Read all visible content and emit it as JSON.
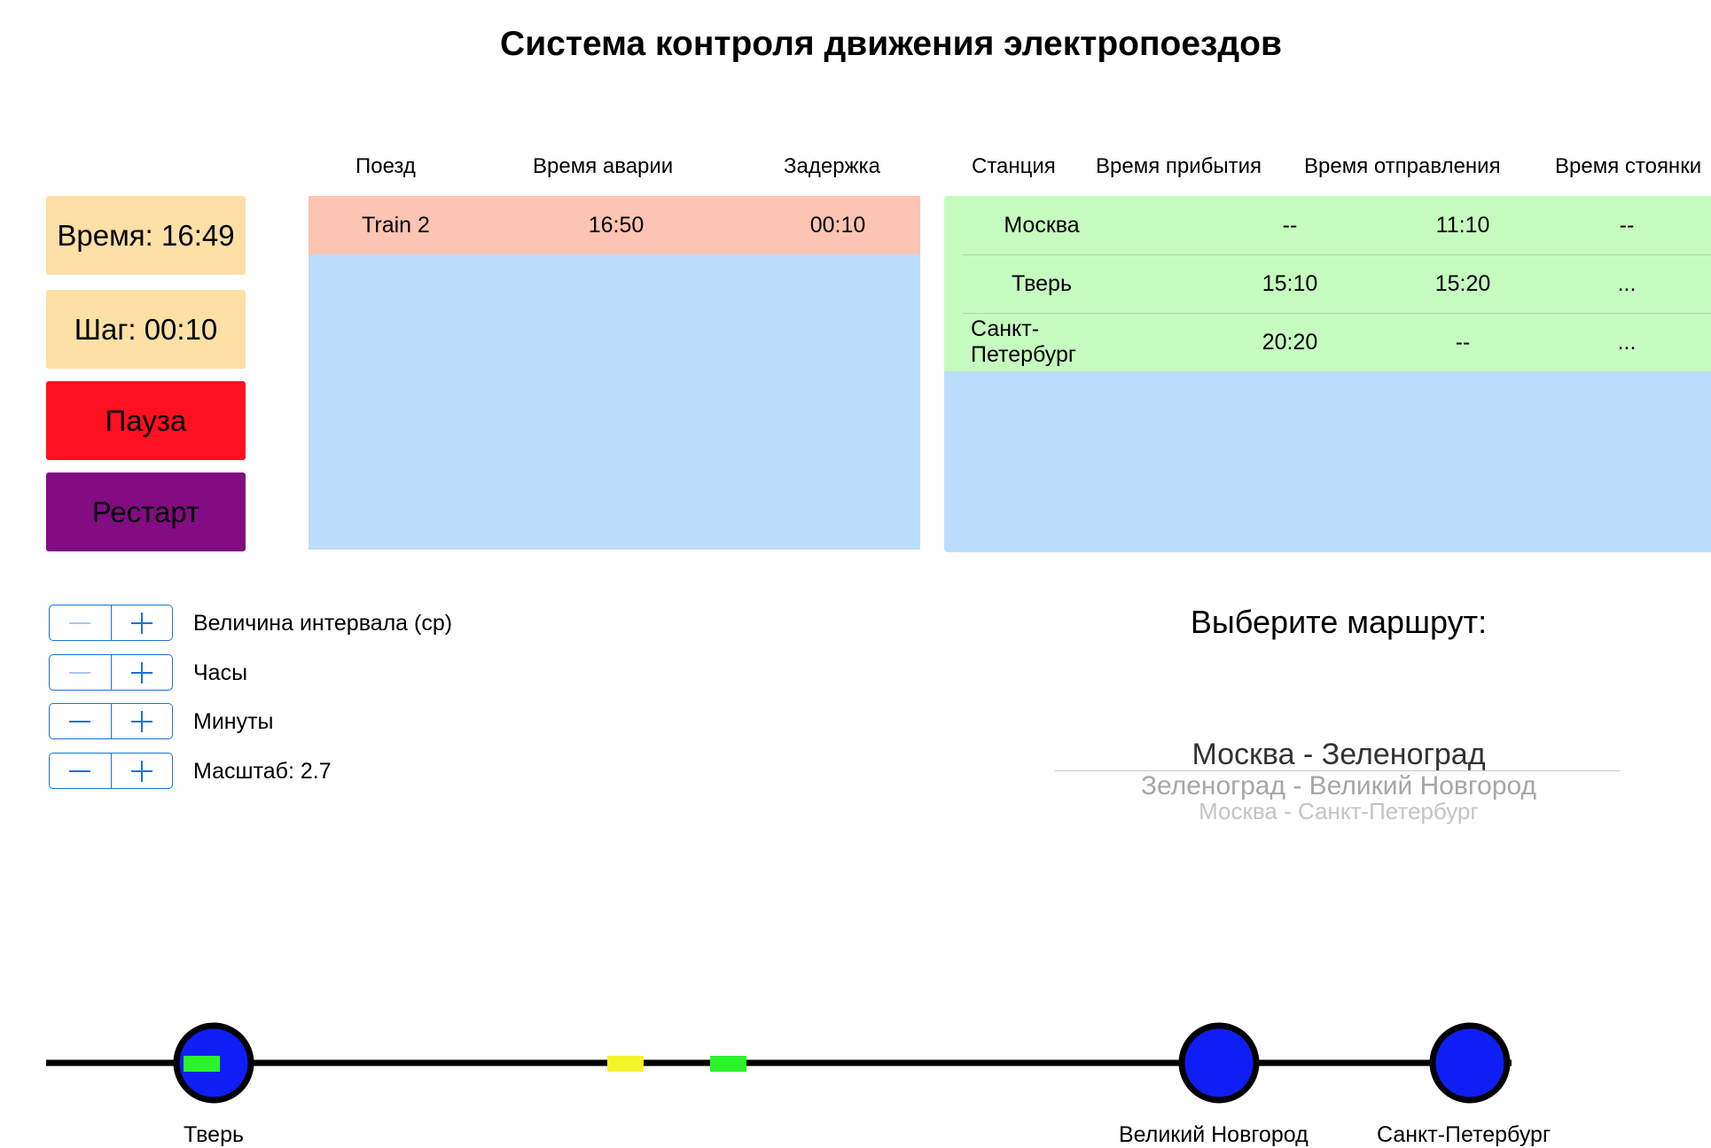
{
  "title": "Система контроля движения электропоездов",
  "controls": {
    "time_label": "Время: 16:49",
    "step_label": "Шаг: 00:10",
    "pause_label": "Пауза",
    "restart_label": "Рестарт"
  },
  "incidents": {
    "headers": [
      "Поезд",
      "Время аварии",
      "Задержка"
    ],
    "rows": [
      {
        "train": "Train 2",
        "time": "16:50",
        "delay": "00:10"
      }
    ],
    "row_color": "#fcc4b2"
  },
  "schedule": {
    "headers": [
      "Станция",
      "Время прибытия",
      "Время отправления",
      "Время стоянки"
    ],
    "rows": [
      {
        "station": "Москва",
        "arrival": "--",
        "departure": "11:10",
        "stop": "--"
      },
      {
        "station": "Тверь",
        "arrival": "15:10",
        "departure": "15:20",
        "stop": "..."
      },
      {
        "station": "Санкт-Петербург",
        "arrival": "20:20",
        "departure": "--",
        "stop": "..."
      }
    ],
    "row_color": "#c6fbc0"
  },
  "steppers": [
    {
      "label": "Величина интервала (ср)"
    },
    {
      "label": "Часы"
    },
    {
      "label": "Минуты"
    },
    {
      "label": "Масштаб: 2.7"
    }
  ],
  "route_picker": {
    "prompt": "Выберите маршрут:",
    "options": [
      "Москва - Зеленоград",
      "Зеленоград - Великий Новгород",
      "Москва - Санкт-Петербург"
    ],
    "selected": "Москва - Зеленоград"
  },
  "route_map": {
    "stations": [
      "Тверь",
      "Великий Новгород",
      "Санкт-Петербург"
    ],
    "station_color": "#0f1ef5",
    "train_colors": [
      "#2af52a",
      "#f5f52a"
    ]
  },
  "colors": {
    "accent": "#1a72d8",
    "panel_blue": "#bcdcfc",
    "info_box": "#fce0a6",
    "pause": "#ff1020",
    "restart": "#820c82"
  }
}
